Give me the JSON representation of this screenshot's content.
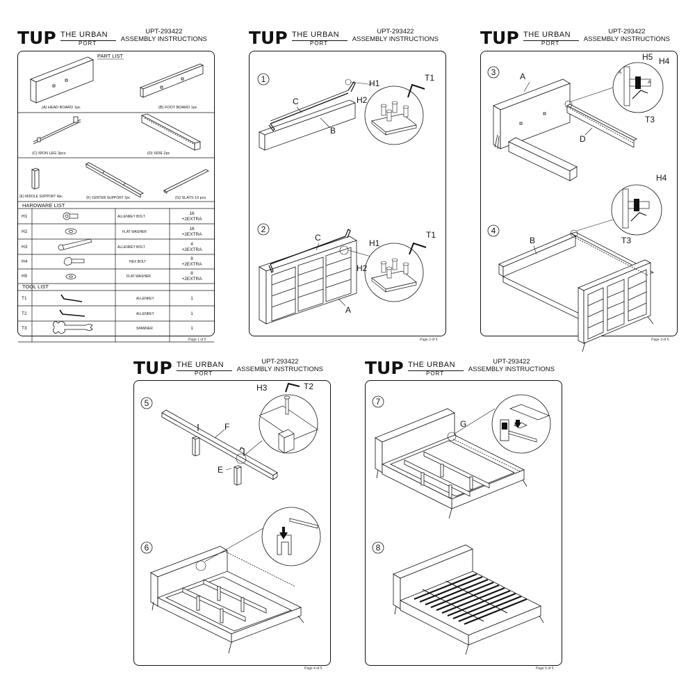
{
  "brand": {
    "logo": "TUP",
    "name_top": "THE URBAN",
    "name_bottom": "PORT"
  },
  "product_code": "UPT-293422",
  "doc_title": "ASSEMBLY INSTRUCTIONS",
  "pages": [
    {
      "number": "Page 1 of 5"
    },
    {
      "number": "Page 2 of 5"
    },
    {
      "number": "Page 3 of 5"
    },
    {
      "number": "Page 4 of 5"
    },
    {
      "number": "Page 5 of 5"
    }
  ],
  "part_list": {
    "title": "PART LIST",
    "parts": [
      {
        "label": "(A)  HEAD BOARD  1pc"
      },
      {
        "label": "(B)  FOOT BOARD  1pc"
      },
      {
        "label": "(C)  IRON LEG  2pcs"
      },
      {
        "label": "(D)  SIDE  2pc"
      },
      {
        "label": "(E)  MIDDLE SUPPORT  4pc"
      },
      {
        "label": "(F)  CENTER SUPPORT  2pc"
      },
      {
        "label": "(G)  SLATS  10 pcs"
      }
    ]
  },
  "hardware_list": {
    "title": "HARDWARE LIST",
    "rows": [
      {
        "code": "H1",
        "name": "ALLENKEY  BOLT",
        "qty1": "16",
        "qty2": "+2EXTRA"
      },
      {
        "code": "H2",
        "name": "FLAT WASHER",
        "qty1": "16",
        "qty2": "+2EXTRA"
      },
      {
        "code": "H3",
        "name": "ALLENKEY BOLT",
        "qty1": "4",
        "qty2": "+2EXTRA"
      },
      {
        "code": "H4",
        "name": "HEX BOLT",
        "qty1": "8",
        "qty2": "+2EXTRA"
      },
      {
        "code": "H5",
        "name": "FLAT WASHER",
        "qty1": "8",
        "qty2": "+2EXTRA"
      }
    ]
  },
  "tool_list": {
    "title": "TOOL LIST",
    "rows": [
      {
        "code": "T1",
        "name": "ALLENKEY",
        "qty": "1"
      },
      {
        "code": "T2",
        "name": "ALLENKEY",
        "qty": "1"
      },
      {
        "code": "T3",
        "name": "SPANNER",
        "qty": "1"
      }
    ]
  },
  "steps": {
    "s1": "1",
    "s2": "2",
    "s3": "3",
    "s4": "4",
    "s5": "5",
    "s6": "6",
    "s7": "7",
    "s8": "8"
  },
  "callouts": {
    "A": "A",
    "B": "B",
    "C": "C",
    "D": "D",
    "E": "E",
    "F": "F",
    "G": "G",
    "H1": "H1",
    "H2": "H2",
    "H3": "H3",
    "H4": "H4",
    "H5": "H5",
    "T1": "T1",
    "T2": "T2",
    "T3": "T3"
  }
}
